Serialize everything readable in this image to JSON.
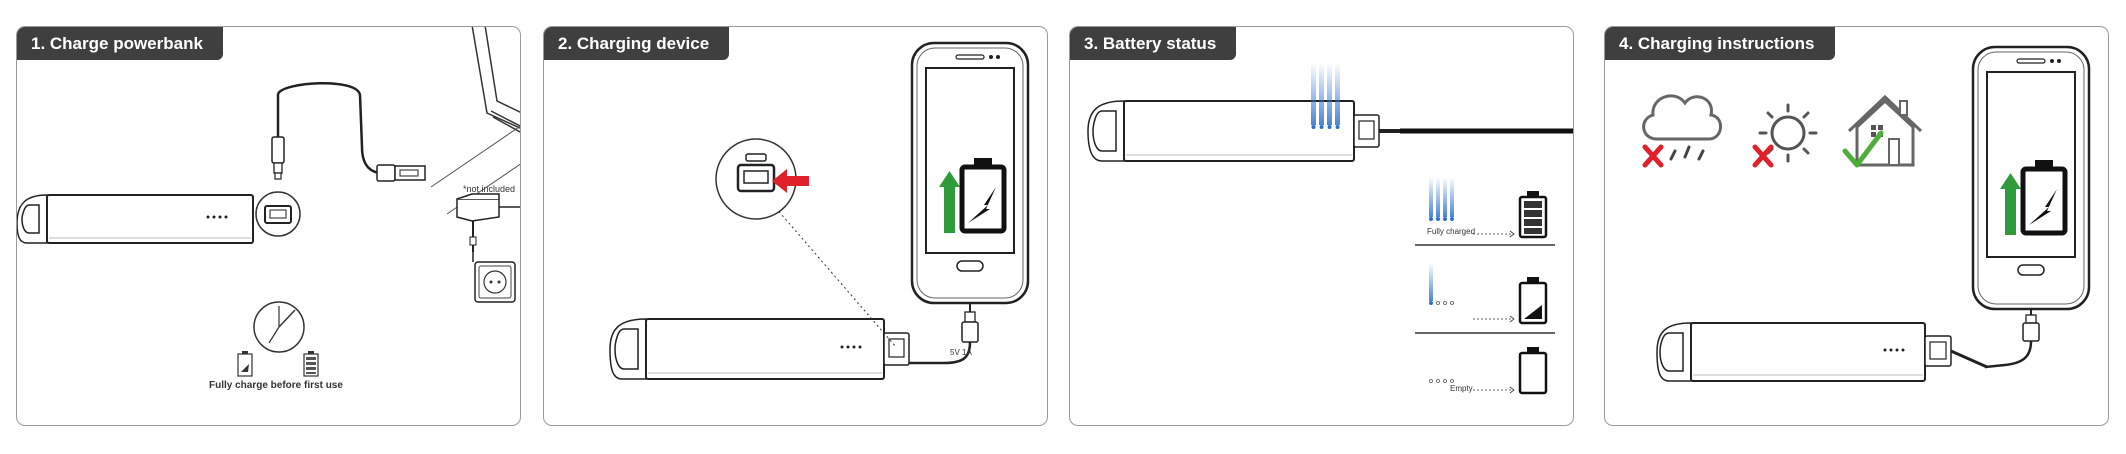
{
  "panels": [
    {
      "title": "1. Charge powerbank"
    },
    {
      "title": "2. Charging  device"
    },
    {
      "title": "3. Battery status"
    },
    {
      "title": "4. Charging instructions"
    }
  ],
  "labels": {
    "not_included": "*not included",
    "first_use": "Fully charge before first use",
    "output_spec": "5V  1A",
    "fully_charged": "Fully charged",
    "empty": "Empty"
  },
  "colors": {
    "dark": "#3f3f3f",
    "outline": "#1a1a1a",
    "accent_red": "#e0202a",
    "accent_green": "#2f9a3a",
    "check_green": "#4fae3a",
    "led_blue": "#2a6fd0"
  },
  "icons": [
    "powerbank-icon",
    "micro-usb-plug-icon",
    "usb-plug-icon",
    "laptop-icon",
    "wall-adapter-icon",
    "wall-socket-icon",
    "clock-icon",
    "battery-icon",
    "smartphone-icon",
    "cloud-rain-icon",
    "sun-icon",
    "house-icon",
    "cross-icon",
    "checkmark-icon",
    "arrow-icon"
  ]
}
